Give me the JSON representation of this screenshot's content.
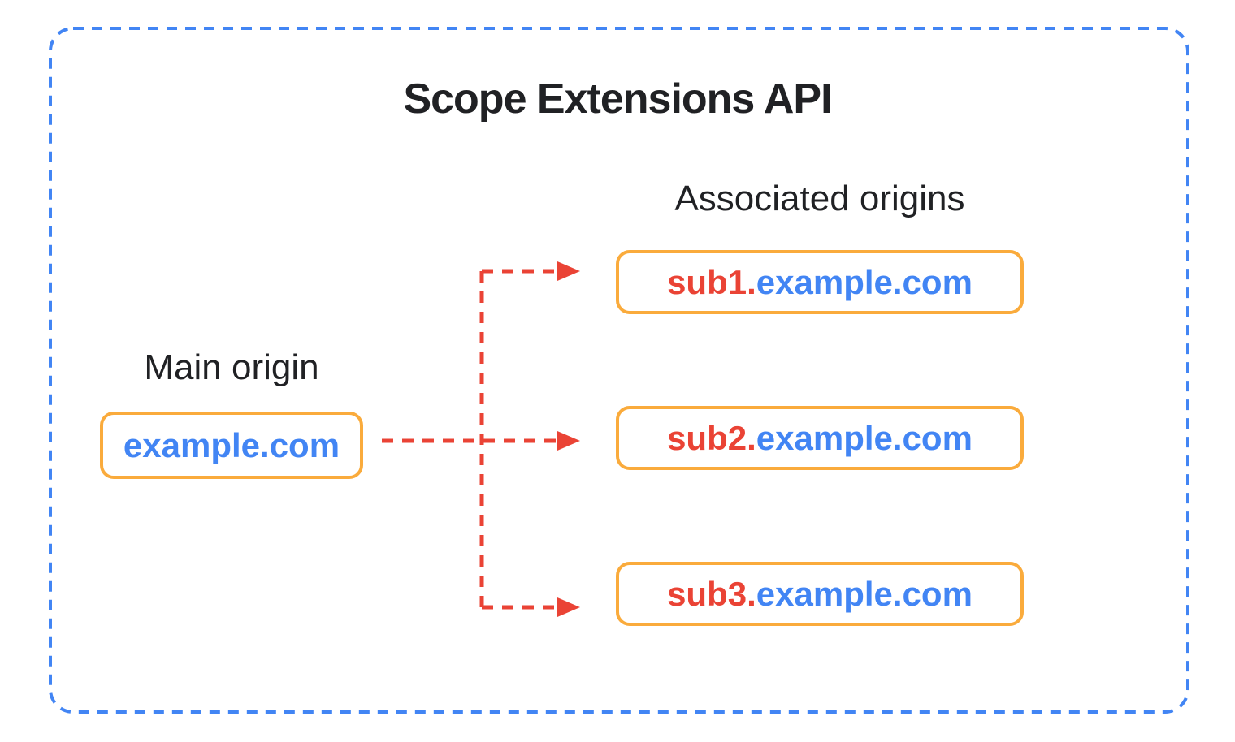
{
  "diagram": {
    "title": "Scope Extensions API",
    "main_origin": {
      "label": "Main origin",
      "domain": "example.com"
    },
    "associated_origins": {
      "label": "Associated origins",
      "items": [
        {
          "subdomain": "sub1.",
          "domain": "example.com"
        },
        {
          "subdomain": "sub2.",
          "domain": "example.com"
        },
        {
          "subdomain": "sub3.",
          "domain": "example.com"
        }
      ]
    },
    "colors": {
      "outer_border_blue": "#4285F4",
      "box_border_orange": "#FAAB3C",
      "domain_text_blue": "#4285F4",
      "subdomain_text_red": "#EA4335",
      "arrow_red": "#EA4335",
      "label_text": "#202124",
      "background": "#FFFFFF"
    }
  }
}
